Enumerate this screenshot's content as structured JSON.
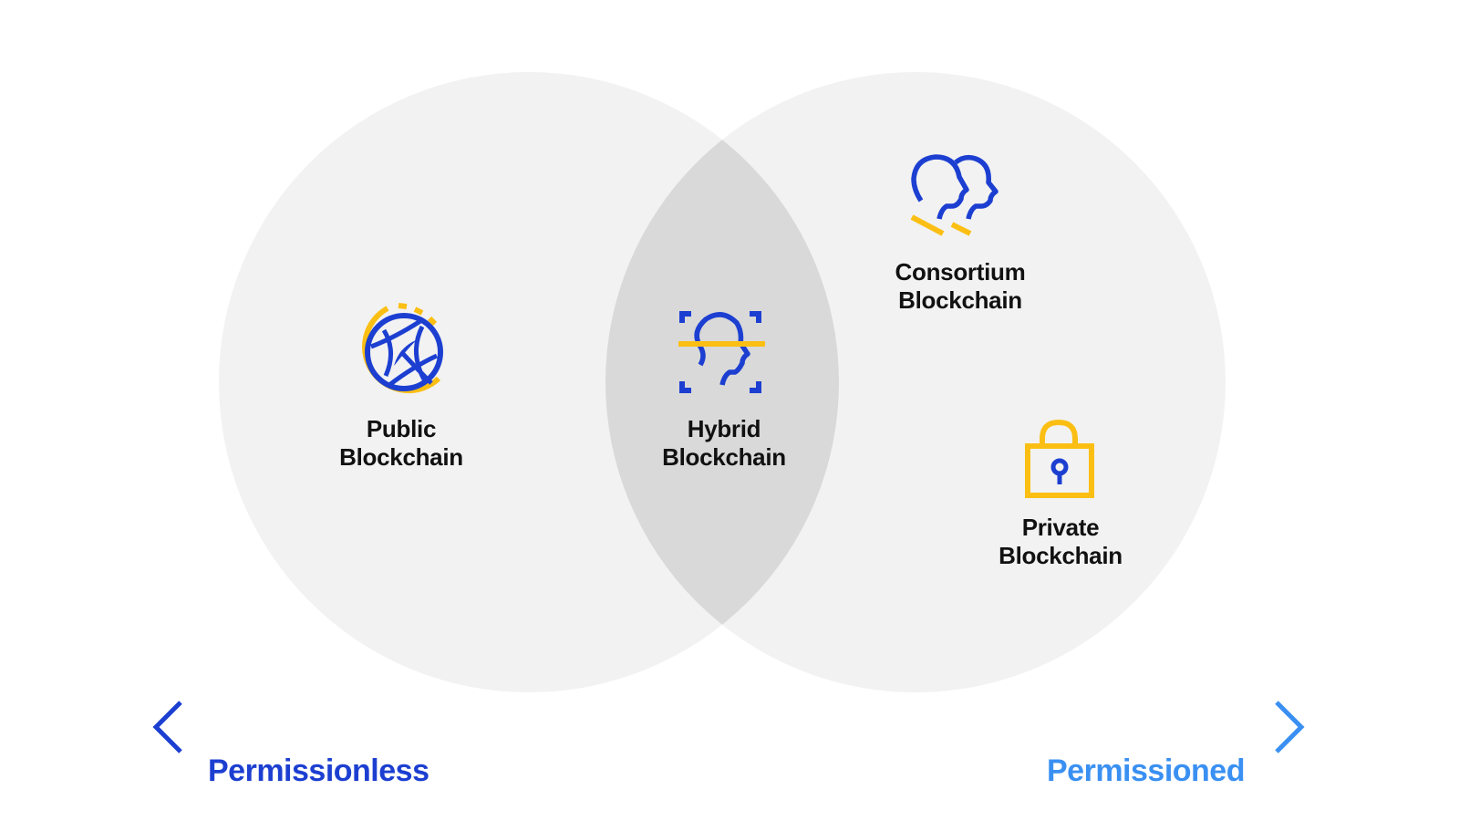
{
  "diagram": {
    "type": "venn",
    "colors": {
      "circle_fill": "#f2f2f2",
      "overlap_fill": "#d9d9d9",
      "icon_blue": "#1c3fd1",
      "icon_yellow": "#fbbf14",
      "text": "#111111",
      "axis_left": "#1c3fd1",
      "axis_right": "#3a90f2"
    },
    "sets": [
      {
        "name": "Permissionless side"
      },
      {
        "name": "Permissioned side"
      }
    ],
    "nodes": [
      {
        "id": "public",
        "icon": "globe-icon",
        "line1": "Public",
        "line2": "Blockchain",
        "region": "left"
      },
      {
        "id": "hybrid",
        "icon": "face-scan-icon",
        "line1": "Hybrid",
        "line2": "Blockchain",
        "region": "overlap"
      },
      {
        "id": "consortium",
        "icon": "group-heads-icon",
        "line1": "Consortium",
        "line2": "Blockchain",
        "region": "right"
      },
      {
        "id": "private",
        "icon": "padlock-icon",
        "line1": "Private",
        "line2": "Blockchain",
        "region": "right"
      }
    ],
    "axis": {
      "left_label": "Permissionless",
      "right_label": "Permissioned",
      "direction": "bidirectional"
    }
  }
}
